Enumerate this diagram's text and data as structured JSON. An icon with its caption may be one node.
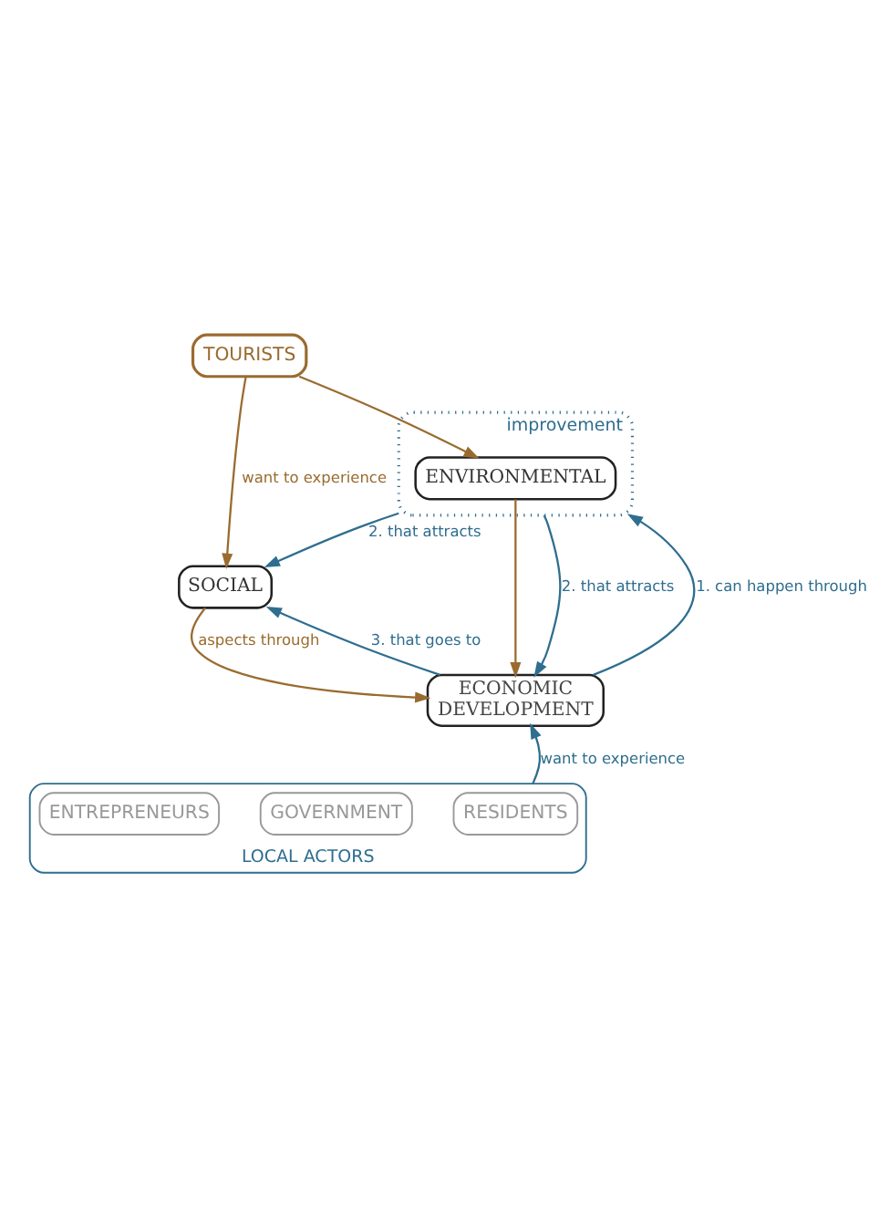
{
  "diagram": {
    "nodes": [
      {
        "text": [
          "TOURISTS"
        ]
      },
      {
        "text": [
          "SOCIAL"
        ]
      },
      {
        "text": [
          "improvement"
        ]
      },
      {
        "text": [
          "ENVIRONMENTAL"
        ],
        "in": 2
      },
      {
        "text": [
          "ECONOMIC",
          "DEVELOPMENT"
        ]
      },
      {
        "text": [
          "LOCAL ACTORS"
        ]
      },
      {
        "text": [
          "RESIDENTS"
        ],
        "in": 5
      },
      {
        "text": [
          "GOVERNMENT"
        ],
        "in": 5
      },
      {
        "text": [
          "ENTREPRENEURS"
        ],
        "in": 5
      }
    ],
    "edges": [
      {
        "from": 0,
        "to": 1,
        "arrow": "to",
        "label": "want to experience",
        "color": "#9a6b2f"
      },
      {
        "from": 0,
        "to": 3,
        "arrow": "to",
        "color": "#9a6b2f"
      },
      {
        "from": 1,
        "to": 4,
        "arrow": "to",
        "label": "aspects through",
        "color": "#9a6b2f"
      },
      {
        "from": 3,
        "to": 4,
        "arrow": "to",
        "color": "#9a6b2f"
      },
      {
        "from": 2,
        "to": 1,
        "arrow": "to",
        "label": "2. that attracts"
      },
      {
        "from": 2,
        "to": 4,
        "arrow": "to",
        "label": "2. that attracts"
      },
      {
        "from": 4,
        "to": 1,
        "arrow": "to",
        "label": "3. that goes to"
      },
      {
        "from": 4,
        "to": 2,
        "arrow": "to",
        "label": "1. can happen through"
      },
      {
        "from": 5,
        "to": 4,
        "arrow": "to",
        "label": "want to experience"
      }
    ]
  }
}
